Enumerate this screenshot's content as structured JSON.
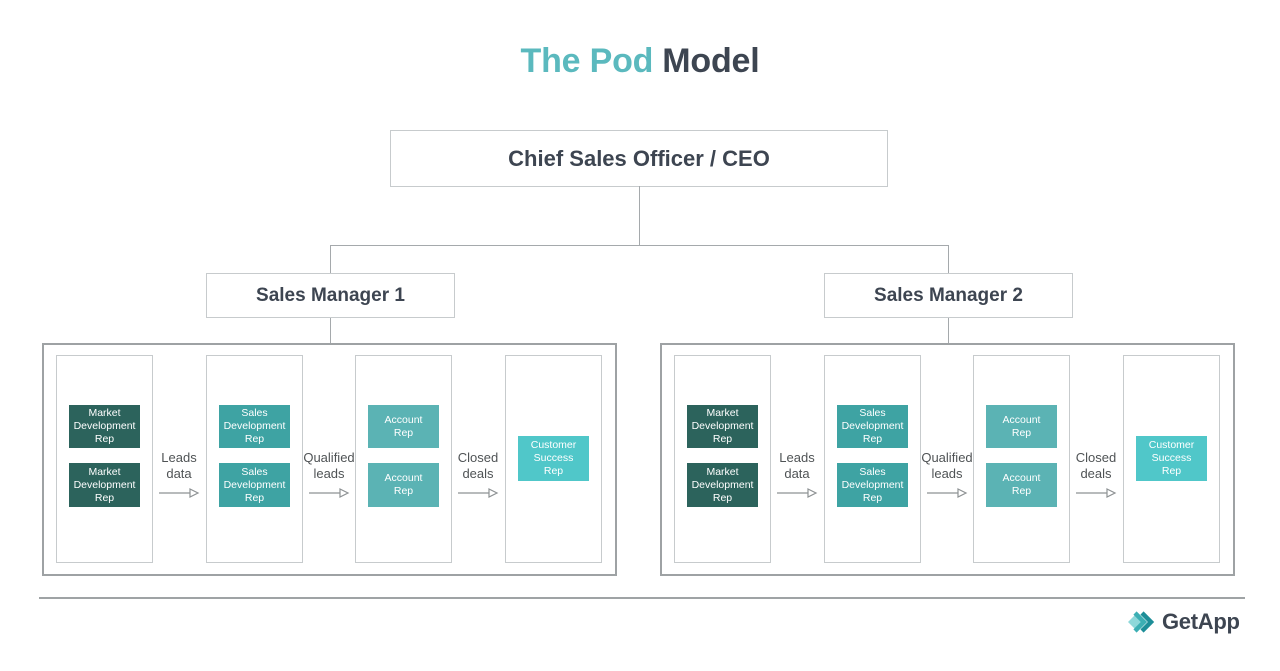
{
  "title": {
    "accent": "The Pod",
    "rest": "Model"
  },
  "palette": {
    "accent_teal": "#5bb9be",
    "dark_slate": "#3d4551",
    "connector_gray": "#a5a9ac",
    "box_border_gray": "#c7cbcd",
    "pod_border_gray": "#9ea2a4",
    "flow_text_gray": "#4f5355",
    "market_dev_rep_teal": "#2c635c",
    "sales_dev_rep_teal": "#3ea3a3",
    "account_rep_teal": "#5bb3b4",
    "customer_success_teal": "#50c7c9",
    "logo_light_teal": "#8ed8da",
    "logo_mid_teal": "#3cafb4",
    "logo_dark_teal": "#1d8e98"
  },
  "hierarchy": {
    "top": "Chief Sales Officer / CEO",
    "managers": [
      "Sales Manager 1",
      "Sales Manager 2"
    ]
  },
  "pods": [
    {
      "columns": [
        {
          "boxes": [
            "Market Development Rep",
            "Market Development Rep"
          ],
          "color": "#2c635c"
        },
        {
          "boxes": [
            "Sales Development Rep",
            "Sales Development Rep"
          ],
          "color": "#3ea3a3"
        },
        {
          "boxes": [
            "Account Rep",
            "Account Rep"
          ],
          "color": "#5bb3b4"
        },
        {
          "boxes": [
            "Customer Success Rep"
          ],
          "color": "#50c7c9"
        }
      ],
      "flows": [
        [
          "Leads",
          "data"
        ],
        [
          "Qualified",
          "leads"
        ],
        [
          "Closed",
          "deals"
        ]
      ]
    },
    {
      "columns": [
        {
          "boxes": [
            "Market Development Rep",
            "Market Development Rep"
          ],
          "color": "#2c635c"
        },
        {
          "boxes": [
            "Sales Development Rep",
            "Sales Development Rep"
          ],
          "color": "#3ea3a3"
        },
        {
          "boxes": [
            "Account Rep",
            "Account Rep"
          ],
          "color": "#5bb3b4"
        },
        {
          "boxes": [
            "Customer Success Rep"
          ],
          "color": "#50c7c9"
        }
      ],
      "flows": [
        [
          "Leads",
          "data"
        ],
        [
          "Qualified",
          "leads"
        ],
        [
          "Closed",
          "deals"
        ]
      ]
    }
  ],
  "footer": {
    "brand": "GetApp"
  }
}
